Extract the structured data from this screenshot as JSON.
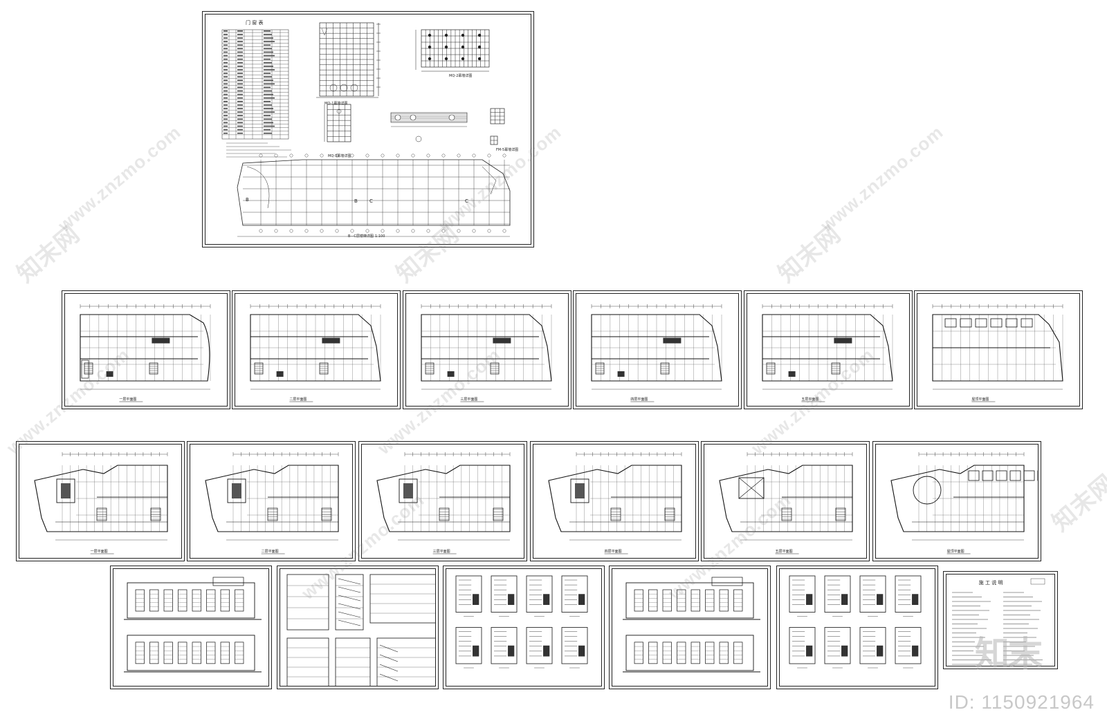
{
  "watermarks": {
    "brand": "知末网",
    "url": "www.znzmo.com"
  },
  "image_id": "ID: 1150921964",
  "logo_text": "知末",
  "sheet1": {
    "table_title": "门 窗 表",
    "mq1_label": "MQ-1幕墙详图",
    "mq2_label": "MQ-2幕墙详图",
    "mq3_label": "MQ-3幕墙详图",
    "fm5_label": "FM-5幕墙详图",
    "plan_label": "B—C层楼梯详图",
    "scale_label": "1:100",
    "axis_b": "B",
    "axis_c": "C"
  },
  "row2_labels": [
    "一层平面图",
    "二层平面图",
    "三层平面图",
    "四层平面图",
    "五层平面图",
    "屋顶平面图"
  ],
  "row3_labels": [
    "一层平面图",
    "二层平面图",
    "三层平面图",
    "四层平面图",
    "五层平面图",
    "屋顶平面图"
  ],
  "row4": {
    "notes_title": "施 工 说 明"
  }
}
